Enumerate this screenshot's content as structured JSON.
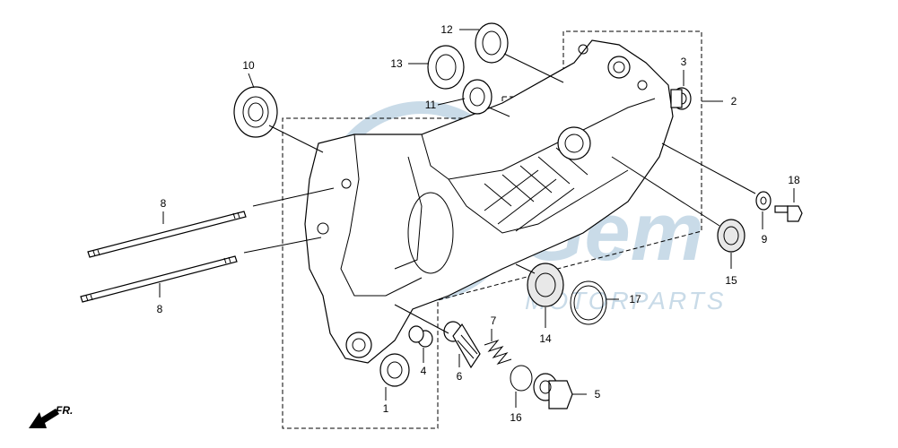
{
  "watermark": {
    "brand": "Gem",
    "sub": "MOTORPARTS",
    "color": "#c9dbe8"
  },
  "direction_indicator": {
    "label": "FR."
  },
  "callouts": [
    {
      "id": "c1",
      "label": "1"
    },
    {
      "id": "c2",
      "label": "2"
    },
    {
      "id": "c3",
      "label": "3"
    },
    {
      "id": "c4",
      "label": "4"
    },
    {
      "id": "c5",
      "label": "5"
    },
    {
      "id": "c6",
      "label": "6"
    },
    {
      "id": "c7",
      "label": "7"
    },
    {
      "id": "c8a",
      "label": "8"
    },
    {
      "id": "c8b",
      "label": "8"
    },
    {
      "id": "c9",
      "label": "9"
    },
    {
      "id": "c10",
      "label": "10"
    },
    {
      "id": "c11",
      "label": "11"
    },
    {
      "id": "c12",
      "label": "12"
    },
    {
      "id": "c13",
      "label": "13"
    },
    {
      "id": "c14",
      "label": "14"
    },
    {
      "id": "c15",
      "label": "15"
    },
    {
      "id": "c16",
      "label": "16"
    },
    {
      "id": "c17",
      "label": "17"
    },
    {
      "id": "c18",
      "label": "18"
    }
  ]
}
